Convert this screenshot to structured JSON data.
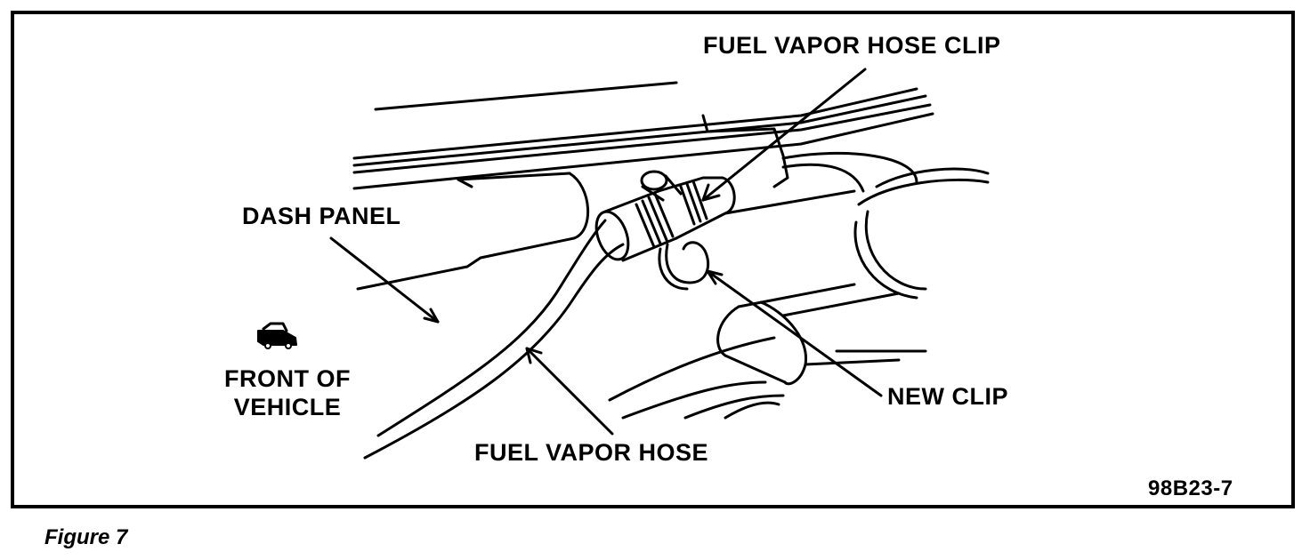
{
  "labels": {
    "fuel_vapor_hose_clip": "FUEL VAPOR HOSE CLIP",
    "dash_panel": "DASH PANEL",
    "front_of_vehicle_line1": "FRONT OF",
    "front_of_vehicle_line2": "VEHICLE",
    "fuel_vapor_hose": "FUEL VAPOR HOSE",
    "new_clip": "NEW CLIP",
    "figure_code": "98B23-7"
  },
  "caption": "Figure 7",
  "colors": {
    "ink": "#000000",
    "paper": "#ffffff"
  },
  "icons": {
    "front_of_vehicle": "car-direction-icon"
  }
}
